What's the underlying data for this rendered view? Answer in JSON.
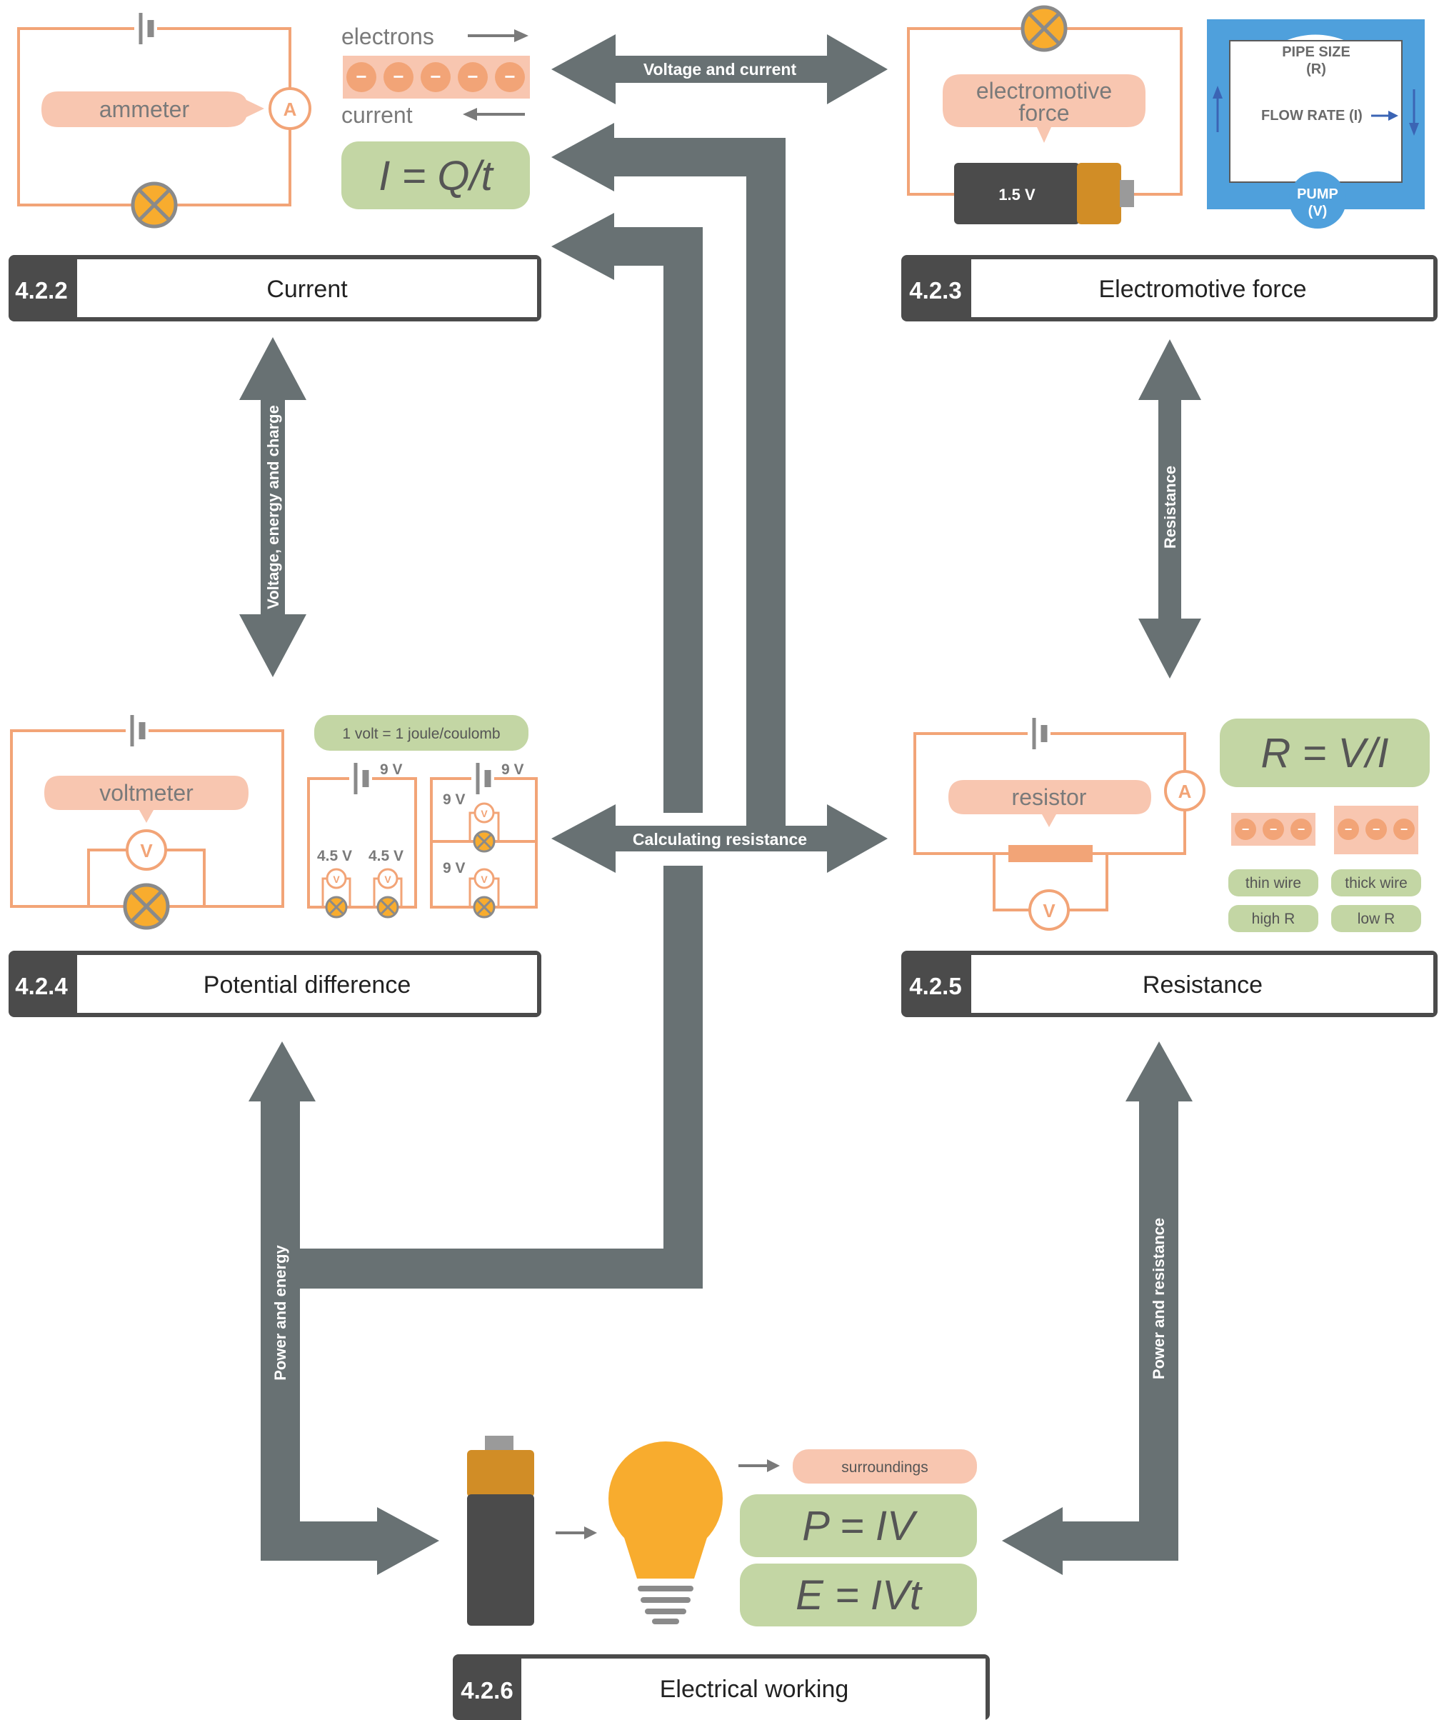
{
  "colors": {
    "arrow_gray": "#687173",
    "wire_orange": "#f2a477",
    "label_pink": "#f8c6b0",
    "formula_green": "#c3d6a4",
    "bulb_yellow": "#f8ac2e",
    "battery_orange": "#d18d26",
    "battery_dark": "#4b4b4b",
    "pipe_blue": "#4fa0dc",
    "header_dark": "#4b4b4b"
  },
  "sections": {
    "current": {
      "number": "4.2.2",
      "title": "Current"
    },
    "emf": {
      "number": "4.2.3",
      "title": "Electromotive force"
    },
    "pd": {
      "number": "4.2.4",
      "title": "Potential difference"
    },
    "resistance": {
      "number": "4.2.5",
      "title": "Resistance"
    },
    "working": {
      "number": "4.2.6",
      "title": "Electrical working"
    }
  },
  "arrows": {
    "voltage_current": "Voltage and current",
    "voltage_energy_charge": "Voltage, energy and charge",
    "resistance": "Resistance",
    "calculating_resistance": "Calculating resistance",
    "power_energy": "Power and energy",
    "power_resistance": "Power and resistance"
  },
  "current_panel": {
    "ammeter_label": "ammeter",
    "ammeter_symbol": "A",
    "electrons_label": "electrons",
    "current_label": "current",
    "electron_sign": "−",
    "formula": "I = Q/t"
  },
  "emf_panel": {
    "label": "electromotive force",
    "battery_voltage": "1.5 V",
    "pipe_size": "PIPE SIZE",
    "pipe_size_symbol": "(R)",
    "flow_rate": "FLOW RATE (I)",
    "pump": "PUMP",
    "pump_symbol": "(V)"
  },
  "pd_panel": {
    "voltmeter_label": "voltmeter",
    "voltmeter_symbol": "V",
    "definition": "1 volt = 1 joule/coulomb",
    "series_supply": "9 V",
    "series_v1": "4.5 V",
    "series_v2": "4.5 V",
    "parallel_supply": "9 V",
    "parallel_v1": "9 V",
    "parallel_v2": "9 V",
    "small_meter": "V"
  },
  "resistance_panel": {
    "resistor_label": "resistor",
    "ammeter_symbol": "A",
    "voltmeter_symbol": "V",
    "formula": "R = V/I",
    "thin_wire": "thin wire",
    "thick_wire": "thick wire",
    "high_r": "high R",
    "low_r": "low R"
  },
  "working_panel": {
    "surroundings": "surroundings",
    "power_formula": "P = IV",
    "energy_formula": "E = IVt"
  }
}
